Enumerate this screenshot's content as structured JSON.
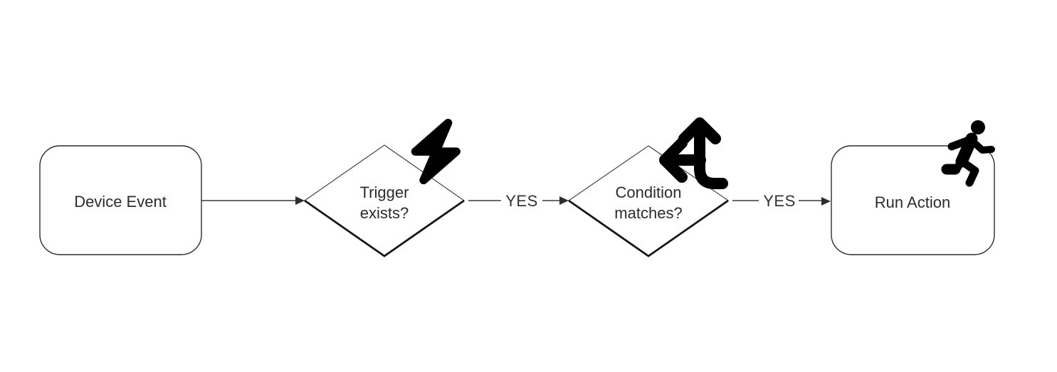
{
  "diagram": {
    "background_color": "#ffffff",
    "line_color": "#2e2e2e",
    "text_color": "#2b2b2b",
    "icon_color": "#000000",
    "nodes": {
      "device_event": {
        "type": "process",
        "label": "Device Event"
      },
      "trigger_exists": {
        "type": "decision",
        "label_line1": "Trigger",
        "label_line2": "exists?",
        "icon": "lightning-bolt-icon"
      },
      "condition_matches": {
        "type": "decision",
        "label_line1": "Condition",
        "label_line2": "matches?",
        "icon": "split-arrows-up-left-icon"
      },
      "run_action": {
        "type": "process",
        "label": "Run Action",
        "icon": "person-running-icon"
      }
    },
    "edges": {
      "event_to_trigger": {
        "label": ""
      },
      "trigger_to_condition": {
        "label": "YES"
      },
      "condition_to_action": {
        "label": "YES"
      }
    }
  }
}
